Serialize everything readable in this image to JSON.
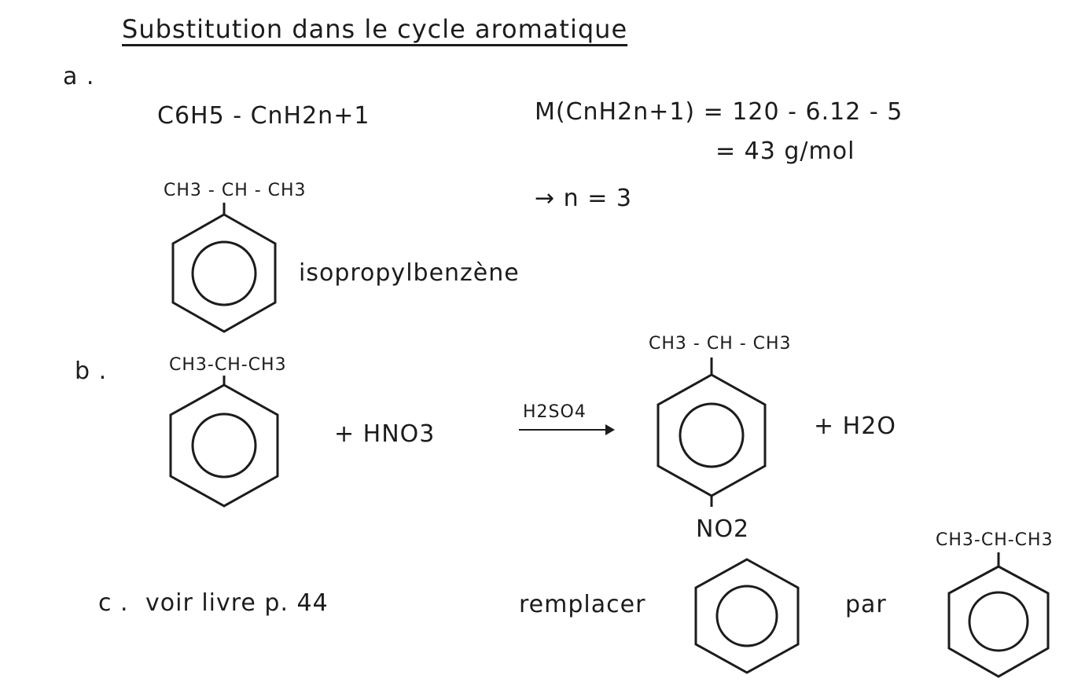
{
  "title": "Substitution dans le cycle aromatique",
  "part_a": {
    "label": "a .",
    "formula": "C6H5 - CnH2n+1",
    "molar_mass_calc": "M(CnH2n+1) = 120 - 6.12 - 5",
    "molar_mass_result": "= 43 g/mol",
    "substituent": "CH3 - CH - CH3",
    "n_result": "→ n = 3",
    "name": "isopropylbenzène"
  },
  "part_b": {
    "label": "b .",
    "reactant_substituent": "CH3-CH-CH3",
    "reagent": "+ HNO3",
    "catalyst": "H2SO4",
    "product_substituent": "CH3 - CH - CH3",
    "product_group": "NO2",
    "byproduct": "+ H2O"
  },
  "part_c": {
    "label": "c .",
    "text": "voir livre p. 44",
    "replace": "remplacer",
    "by": "par",
    "substituent": "CH3-CH-CH3"
  }
}
